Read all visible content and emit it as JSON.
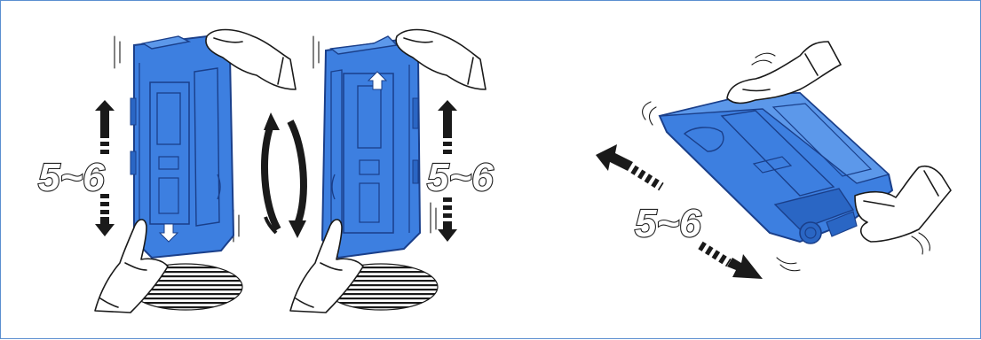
{
  "illustration": {
    "frame_border_color": "#5b8fd0",
    "cartridge_color": "#3d7fe0",
    "cartridge_outline_color": "#1a3f8a",
    "vertical_shake_count": "5~6",
    "vertical_shake_count_right": "5~6",
    "horizontal_shake_count": "5~6",
    "icons": [
      "hand-icon",
      "rotate-arrows-icon",
      "shake-arrow-icon",
      "toner-cartridge-icon"
    ]
  }
}
